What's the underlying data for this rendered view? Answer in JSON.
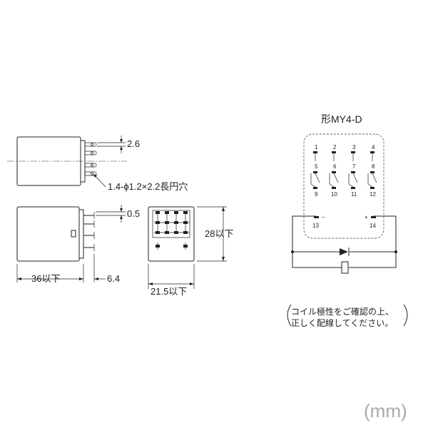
{
  "diagram": {
    "title": "形MY4-D",
    "dimensions": {
      "pin_pitch": "2.6",
      "hole_spec": "1.4-ϕ1.2×2.2長円穴",
      "pin_offset": "0.5",
      "length": "36以下",
      "pin_length": "6.4",
      "width": "21.5以下",
      "height": "28以下"
    },
    "terminals": {
      "row_top": [
        "1",
        "2",
        "3",
        "4"
      ],
      "row_mid": [
        "5",
        "6",
        "7",
        "8"
      ],
      "row_bottom": [
        "9",
        "10",
        "11",
        "12"
      ],
      "coil_left": "13",
      "coil_right": "14",
      "coil_minus": "−",
      "coil_plus": "+"
    },
    "note": {
      "line1": "コイル極性をご確認の上、",
      "line2": "正しく配線してください。"
    },
    "unit": "(mm)"
  }
}
